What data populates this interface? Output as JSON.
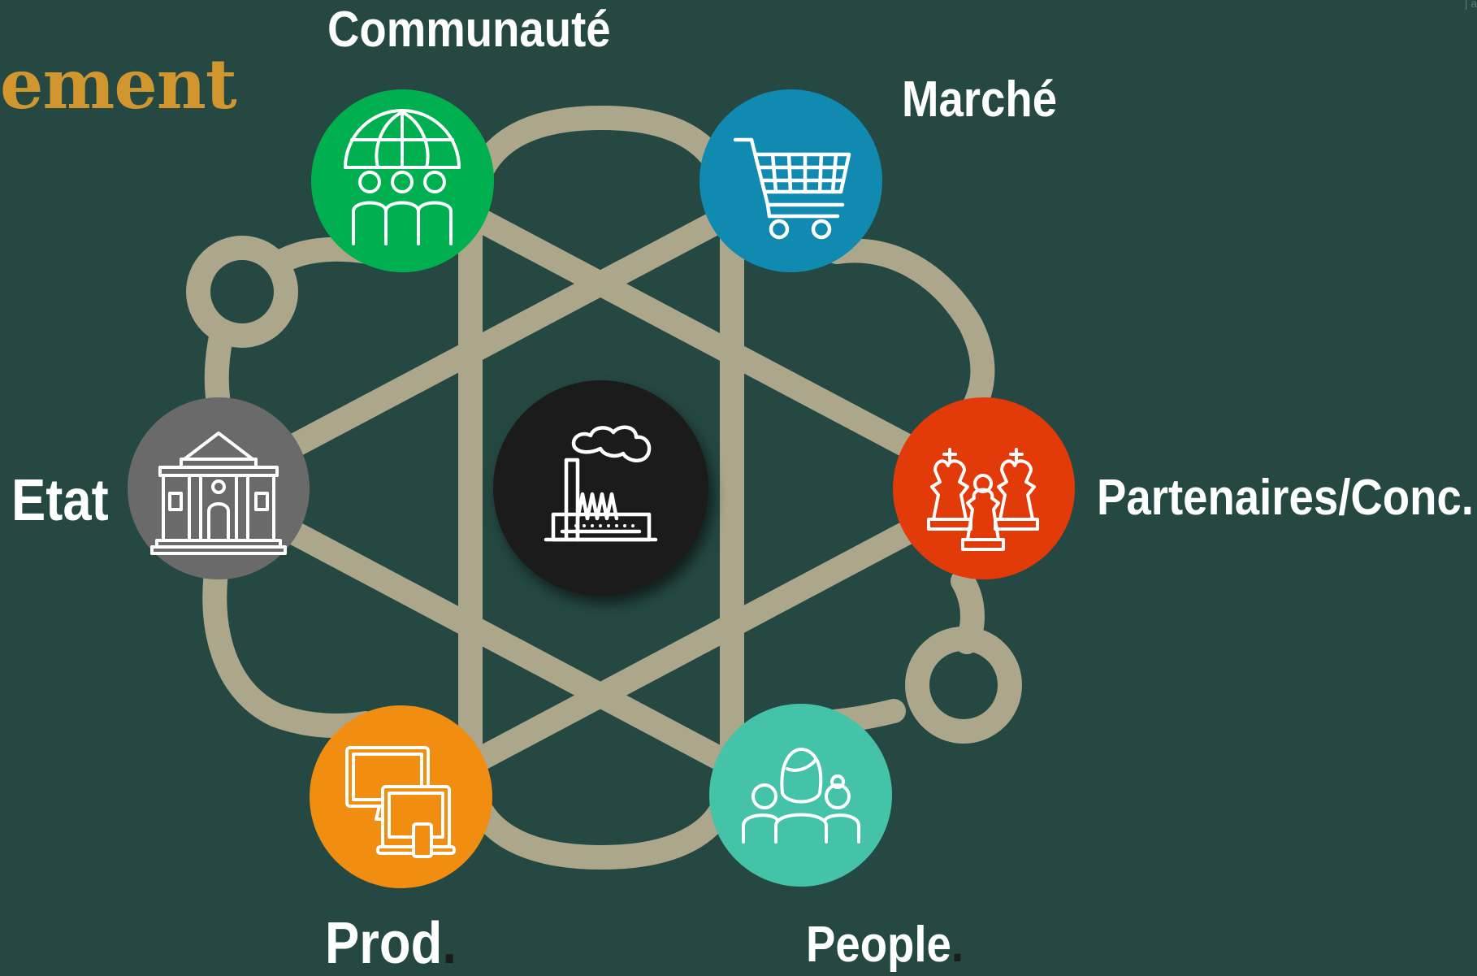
{
  "slide": {
    "title": "ement",
    "corner_mark": "| a"
  },
  "diagram": {
    "center": {
      "icon": "factory-icon",
      "color": "#1b1b1b"
    },
    "nodes": [
      {
        "id": "communaute",
        "label": "Communauté",
        "icon": "global-community-icon",
        "color": "#00b050"
      },
      {
        "id": "marche",
        "label": "Marché",
        "icon": "shopping-cart-icon",
        "color": "#118ab2"
      },
      {
        "id": "partenaires",
        "label": "Partenaires/Conc.",
        "icon": "chess-pieces-icon",
        "color": "#e23b09"
      },
      {
        "id": "people",
        "label": "People",
        "label_suffix": ".",
        "icon": "people-group-icon",
        "color": "#45c3a8"
      },
      {
        "id": "prod",
        "label": "Prod",
        "label_suffix": ".",
        "icon": "devices-icon",
        "color": "#f18e12"
      },
      {
        "id": "etat",
        "label": "Etat",
        "icon": "government-building-icon",
        "color": "#6a6a6a"
      }
    ],
    "connector_color": "#aca78a"
  }
}
